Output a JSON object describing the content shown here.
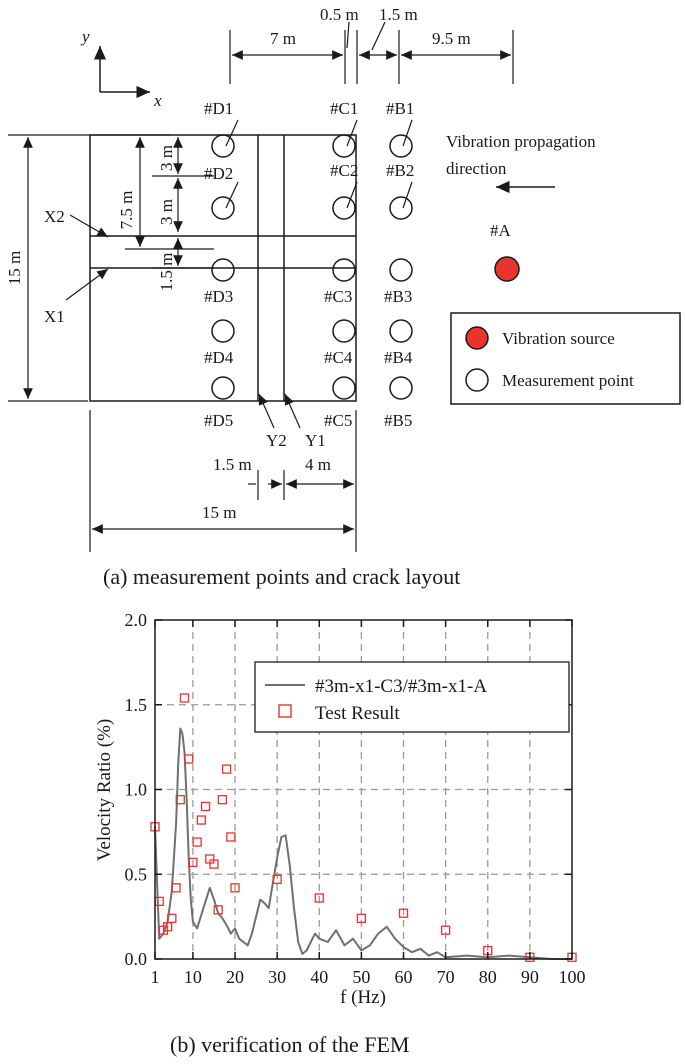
{
  "panel_a": {
    "caption": "(a) measurement points and crack layout",
    "axis_y": "y",
    "axis_x": "x",
    "dims_top": [
      "7 m",
      "0.5 m",
      "1.5 m",
      "9.5 m"
    ],
    "dims_left": [
      "3 m",
      "3 m",
      "1.5 m",
      "7.5 m",
      "15 m"
    ],
    "dims_bottom": [
      "1.5 m",
      "4 m",
      "15 m"
    ],
    "cracks": [
      "X2",
      "X1",
      "Y2",
      "Y1"
    ],
    "points": {
      "D": [
        "#D1",
        "#D2",
        "#D3",
        "#D4",
        "#D5"
      ],
      "C": [
        "#C1",
        "#C2",
        "#C3",
        "#C4",
        "#C5"
      ],
      "B": [
        "#B1",
        "#B2",
        "#B3",
        "#B4",
        "#B5"
      ],
      "source": "#A"
    },
    "propagation_label": [
      "Vibration propagation",
      "direction"
    ],
    "legend": [
      "Vibration source",
      "Measurement point"
    ],
    "colors": {
      "source": "#e8332e"
    }
  },
  "panel_b": {
    "caption": "(b)  verification of the FEM"
  },
  "chart_data": {
    "type": "line",
    "xlabel": "f (Hz)",
    "ylabel": "Velocity Ratio (%)",
    "xlim": [
      1,
      100
    ],
    "ylim": [
      0,
      2.0
    ],
    "xticks": [
      "1",
      "10",
      "20",
      "30",
      "40",
      "50",
      "60",
      "70",
      "80",
      "90",
      "100"
    ],
    "yticks": [
      "0.0",
      "0.5",
      "1.0",
      "1.5",
      "2.0"
    ],
    "grid": true,
    "legend_position": "top-right",
    "series": [
      {
        "name": "#3m-x1-C3/#3m-x1-A",
        "kind": "line",
        "color": "#707070",
        "x": [
          1,
          2,
          3,
          4,
          5,
          6,
          6.5,
          7,
          7.5,
          8,
          8.5,
          9,
          9.5,
          10,
          11,
          12,
          13,
          14,
          15,
          16,
          17,
          18,
          19,
          20,
          21,
          22,
          23,
          24,
          25,
          26,
          27,
          28,
          29,
          30,
          31,
          32,
          33,
          34,
          35,
          36,
          37,
          38,
          39,
          40,
          42,
          44,
          46,
          48,
          50,
          52,
          54,
          56,
          58,
          60,
          62,
          64,
          66,
          68,
          70,
          75,
          80,
          85,
          90,
          95,
          100
        ],
        "y": [
          0.78,
          0.12,
          0.15,
          0.22,
          0.4,
          0.8,
          1.15,
          1.36,
          1.33,
          1.22,
          0.95,
          0.6,
          0.35,
          0.22,
          0.18,
          0.26,
          0.34,
          0.42,
          0.35,
          0.27,
          0.24,
          0.2,
          0.15,
          0.18,
          0.12,
          0.1,
          0.08,
          0.15,
          0.25,
          0.35,
          0.33,
          0.3,
          0.45,
          0.6,
          0.72,
          0.73,
          0.55,
          0.3,
          0.1,
          0.03,
          0.05,
          0.1,
          0.15,
          0.12,
          0.1,
          0.17,
          0.08,
          0.12,
          0.05,
          0.08,
          0.15,
          0.19,
          0.12,
          0.07,
          0.04,
          0.06,
          0.02,
          0.04,
          0.01,
          0.02,
          0.01,
          0.02,
          0.01,
          0.0,
          0.0
        ]
      },
      {
        "name": "Test Result",
        "kind": "scatter",
        "color": "#e8332e",
        "x": [
          1,
          2,
          3,
          4,
          5,
          6,
          7,
          8,
          9,
          10,
          11,
          12,
          13,
          14,
          15,
          16,
          17,
          18,
          19,
          20,
          30,
          40,
          50,
          60,
          70,
          80,
          90,
          100
        ],
        "y": [
          0.78,
          0.34,
          0.17,
          0.19,
          0.24,
          0.42,
          0.94,
          1.54,
          1.18,
          0.57,
          0.69,
          0.82,
          0.9,
          0.59,
          0.56,
          0.29,
          0.94,
          1.12,
          0.72,
          0.42,
          0.47,
          0.36,
          0.24,
          0.27,
          0.17,
          0.05,
          0.01,
          0.01
        ]
      }
    ]
  }
}
